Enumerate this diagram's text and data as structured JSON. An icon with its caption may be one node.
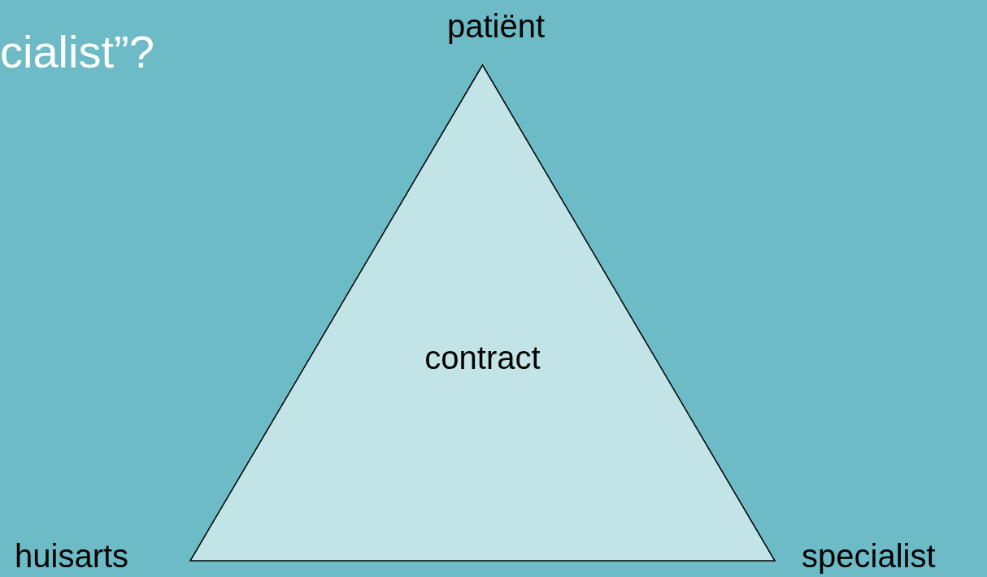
{
  "diagram": {
    "title": "cialist”?",
    "nodes": [
      {
        "text": [
          "contract"
        ]
      }
    ],
    "edges": [],
    "labels": [
      "patiënt",
      "huisarts",
      "specialist"
    ]
  }
}
